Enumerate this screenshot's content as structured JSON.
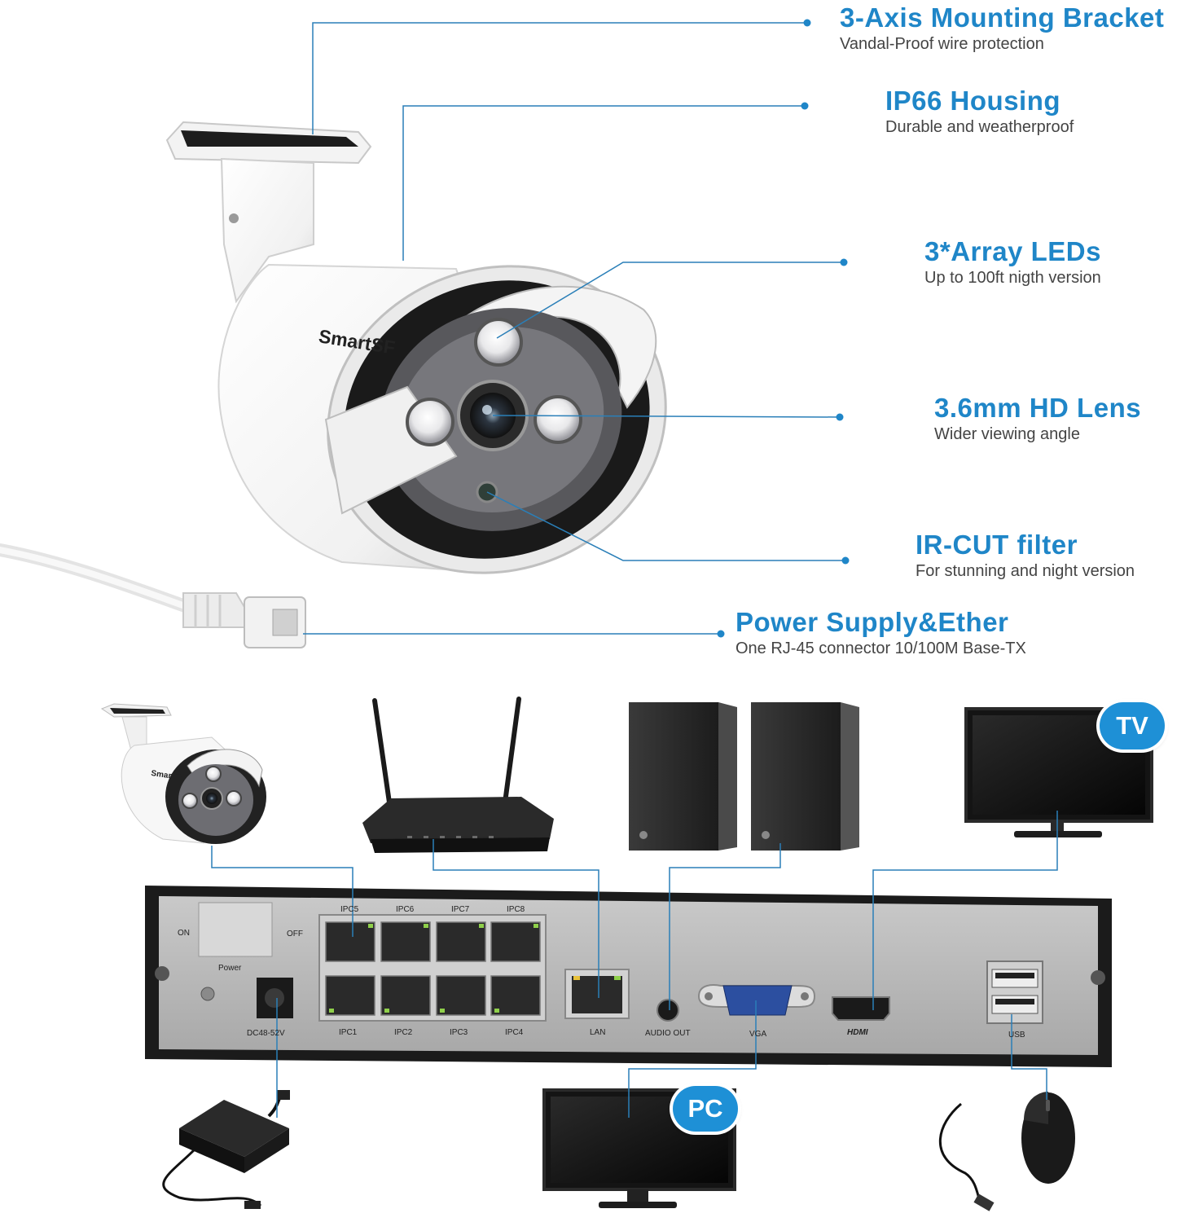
{
  "features": [
    {
      "title": "3-Axis Mounting Bracket",
      "subtitle": "Vandal-Proof wire protection"
    },
    {
      "title": "IP66 Housing",
      "subtitle": "Durable and weatherproof"
    },
    {
      "title": "3*Array LEDs",
      "subtitle": "Up to 100ft nigth version"
    },
    {
      "title": "3.6mm HD Lens",
      "subtitle": "Wider viewing angle"
    },
    {
      "title": "IR-CUT filter",
      "subtitle": "For stunning and night version"
    },
    {
      "title": "Power Supply&Ether",
      "subtitle": "One RJ-45 connector 10/100M Base-TX"
    }
  ],
  "brand": "SmartSF",
  "badges": {
    "tv": "TV",
    "pc": "PC"
  },
  "nvr_ports": {
    "on": "ON",
    "off": "OFF",
    "power": "Power",
    "dc": "DC48-52V",
    "ipc_top": [
      "IPC5",
      "IPC6",
      "IPC7",
      "IPC8"
    ],
    "ipc_bottom": [
      "IPC1",
      "IPC2",
      "IPC3",
      "IPC4"
    ],
    "lan": "LAN",
    "audio_out": "AUDIO OUT",
    "vga": "VGA",
    "hdmi": "HDMI",
    "usb": "USB"
  },
  "colors": {
    "accent": "#1f86c8",
    "line": "#2a7fb8"
  }
}
